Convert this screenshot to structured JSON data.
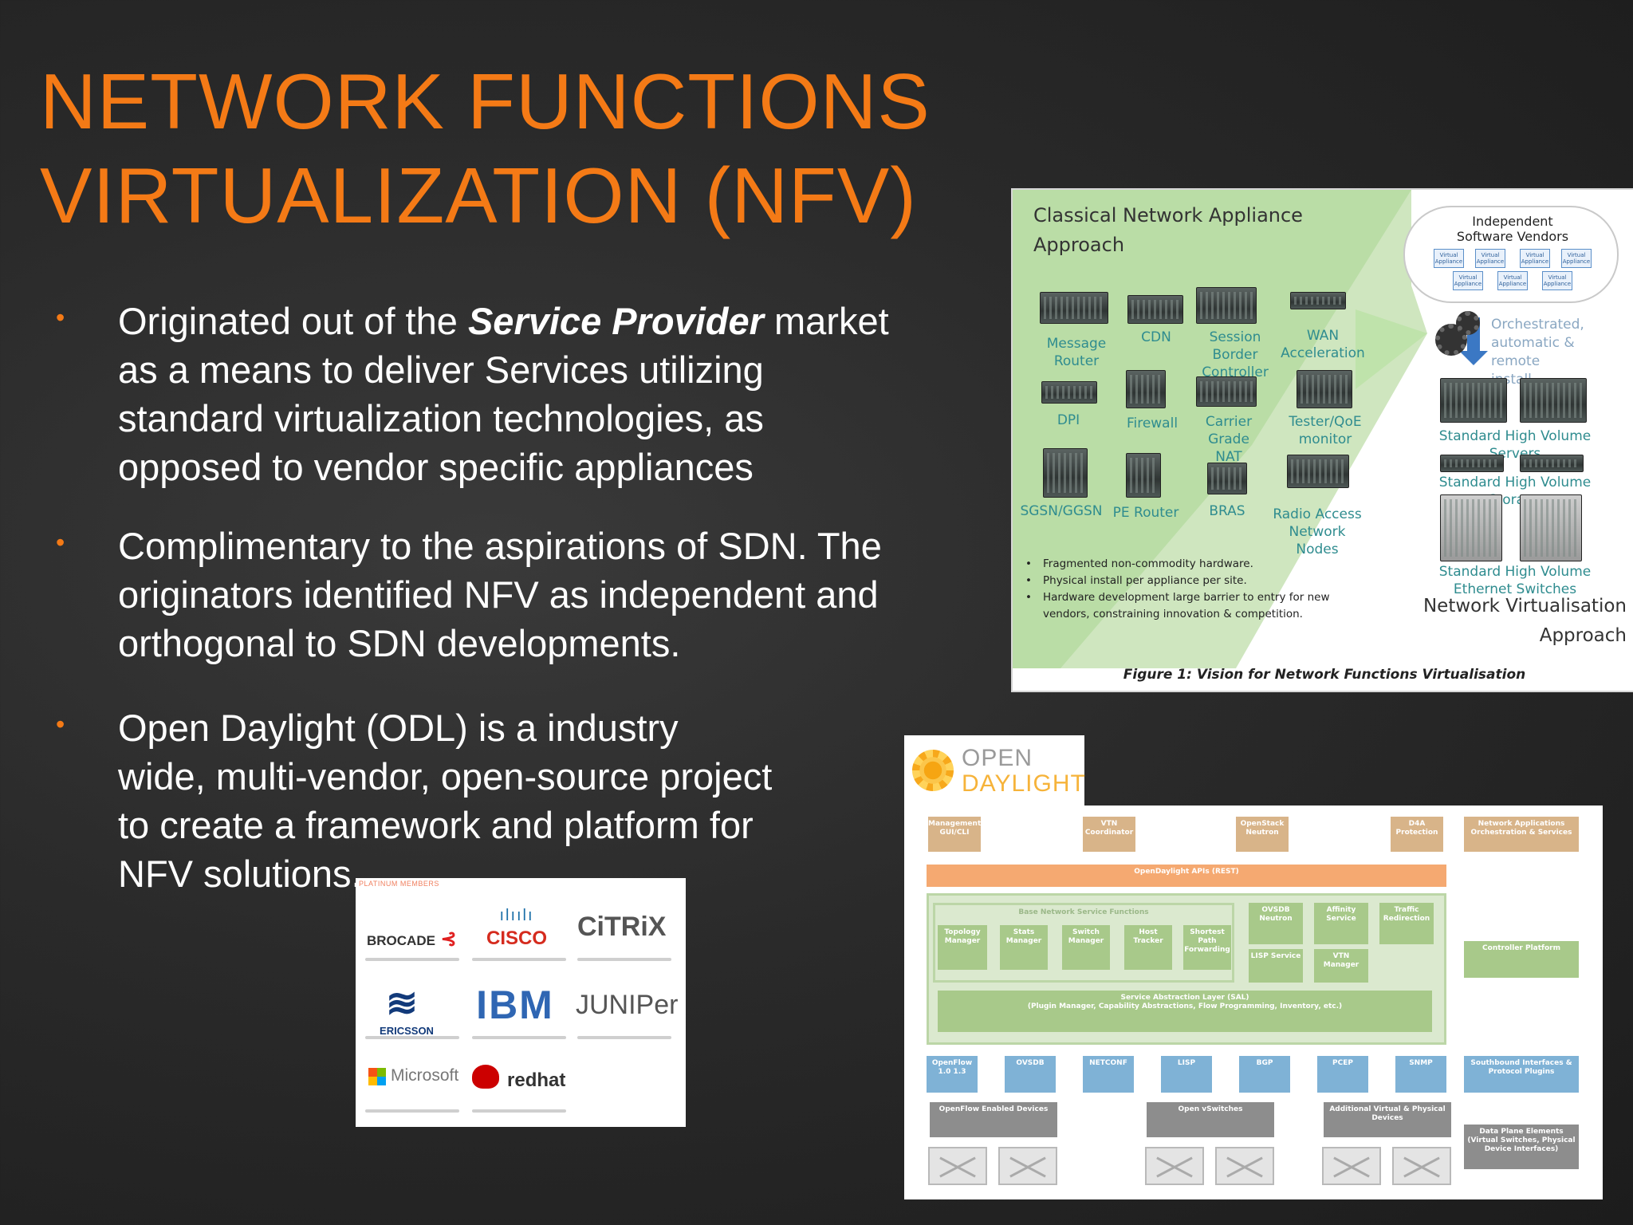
{
  "slide": {
    "title_lines": [
      "NETWORK FUNCTIONS",
      "VIRTUALIZATION (NFV)"
    ],
    "bullets": [
      {
        "lines_pre": "Originated out of the ",
        "emphasis": "Service Provider",
        "lines_post": " market",
        "rest": [
          "as a means to deliver Services utilizing",
          "standard virtualization technologies, as",
          "opposed to vendor specific appliances"
        ]
      },
      {
        "lines": [
          "Complimentary to the aspirations of SDN.  The",
          "originators identified NFV as independent  and",
          "orthogonal to SDN developments."
        ]
      },
      {
        "lines": [
          "Open Daylight (ODL) is a industry",
          "wide, multi-vendor, open-source project",
          "to create a framework and platform for",
          "NFV solutions."
        ]
      }
    ],
    "bullet_color": "#f47a16",
    "title_color": "#f47a16"
  },
  "nfv_figure": {
    "heading": [
      "Classical Network Appliance",
      "Approach"
    ],
    "appliances": [
      {
        "label": "Message Router"
      },
      {
        "label": "CDN"
      },
      {
        "label": "Session Border Controller"
      },
      {
        "label": "WAN Acceleration"
      },
      {
        "label": "DPI"
      },
      {
        "label": "Firewall"
      },
      {
        "label": "Carrier Grade NAT"
      },
      {
        "label": "Tester/QoE monitor"
      },
      {
        "label": "SGSN/GGSN"
      },
      {
        "label": "PE Router"
      },
      {
        "label": "BRAS"
      },
      {
        "label": "Radio Access Network Nodes"
      }
    ],
    "notes": [
      "Fragmented non-commodity hardware.",
      "Physical install per appliance per site.",
      "Hardware development  large barrier to entry for new vendors, constraining innovation & competition."
    ],
    "isv": [
      "Independent",
      "Software Vendors"
    ],
    "virtual_appliance": "Virtual Appliance",
    "orchestrated": [
      "Orchestrated,",
      "automatic &",
      "remote install."
    ],
    "servers": "Standard High Volume Servers",
    "storage": "Standard High Volume Storage",
    "switches": [
      "Standard High Volume",
      "Ethernet Switches"
    ],
    "nv_approach": [
      "Network Virtualisation",
      "Approach"
    ],
    "caption": "Figure 1: Vision for Network Functions Virtualisation"
  },
  "odl_logo": {
    "word1": "OPEN",
    "word2": "DAYLIGHT"
  },
  "odl_arch": {
    "top_boxes": [
      "Management GUI/CLI",
      "VTN Coordinator",
      "OpenStack Neutron",
      "D4A Protection",
      "Network Applications Orchestration & Services"
    ],
    "apis": "OpenDaylight APIs (REST)",
    "base_label": "Base Network Service Functions",
    "base_items": [
      "Topology Manager",
      "Stats Manager",
      "Switch Manager",
      "Host Tracker",
      "Shortest Path Forwarding"
    ],
    "extra_items": [
      "OVSDB Neutron",
      "Affinity Service",
      "Traffic Redirection",
      "LISP Service",
      "VTN Manager"
    ],
    "controller": "Controller Platform",
    "sal": [
      "Service Abstraction Layer (SAL)",
      "(Plugin Manager, Capability Abstractions, Flow Programming, Inventory, etc.)"
    ],
    "southbound": [
      "OpenFlow 1.0 1.3",
      "OVSDB",
      "NETCONF",
      "LISP",
      "BGP",
      "PCEP",
      "SNMP"
    ],
    "southbound_label": "Southbound Interfaces & Protocol Plugins",
    "devices": [
      "OpenFlow Enabled Devices",
      "Open vSwitches",
      "Additional Virtual & Physical Devices"
    ],
    "dataplane": "Data Plane Elements (Virtual Switches, Physical Device Interfaces)"
  },
  "members": {
    "label": "PLATINUM MEMBERS",
    "logos": [
      "BROCADE",
      "CISCO",
      "CiTRiX",
      "ERICSSON",
      "IBM",
      "JUNIPer",
      "Microsoft",
      "redhat"
    ]
  }
}
